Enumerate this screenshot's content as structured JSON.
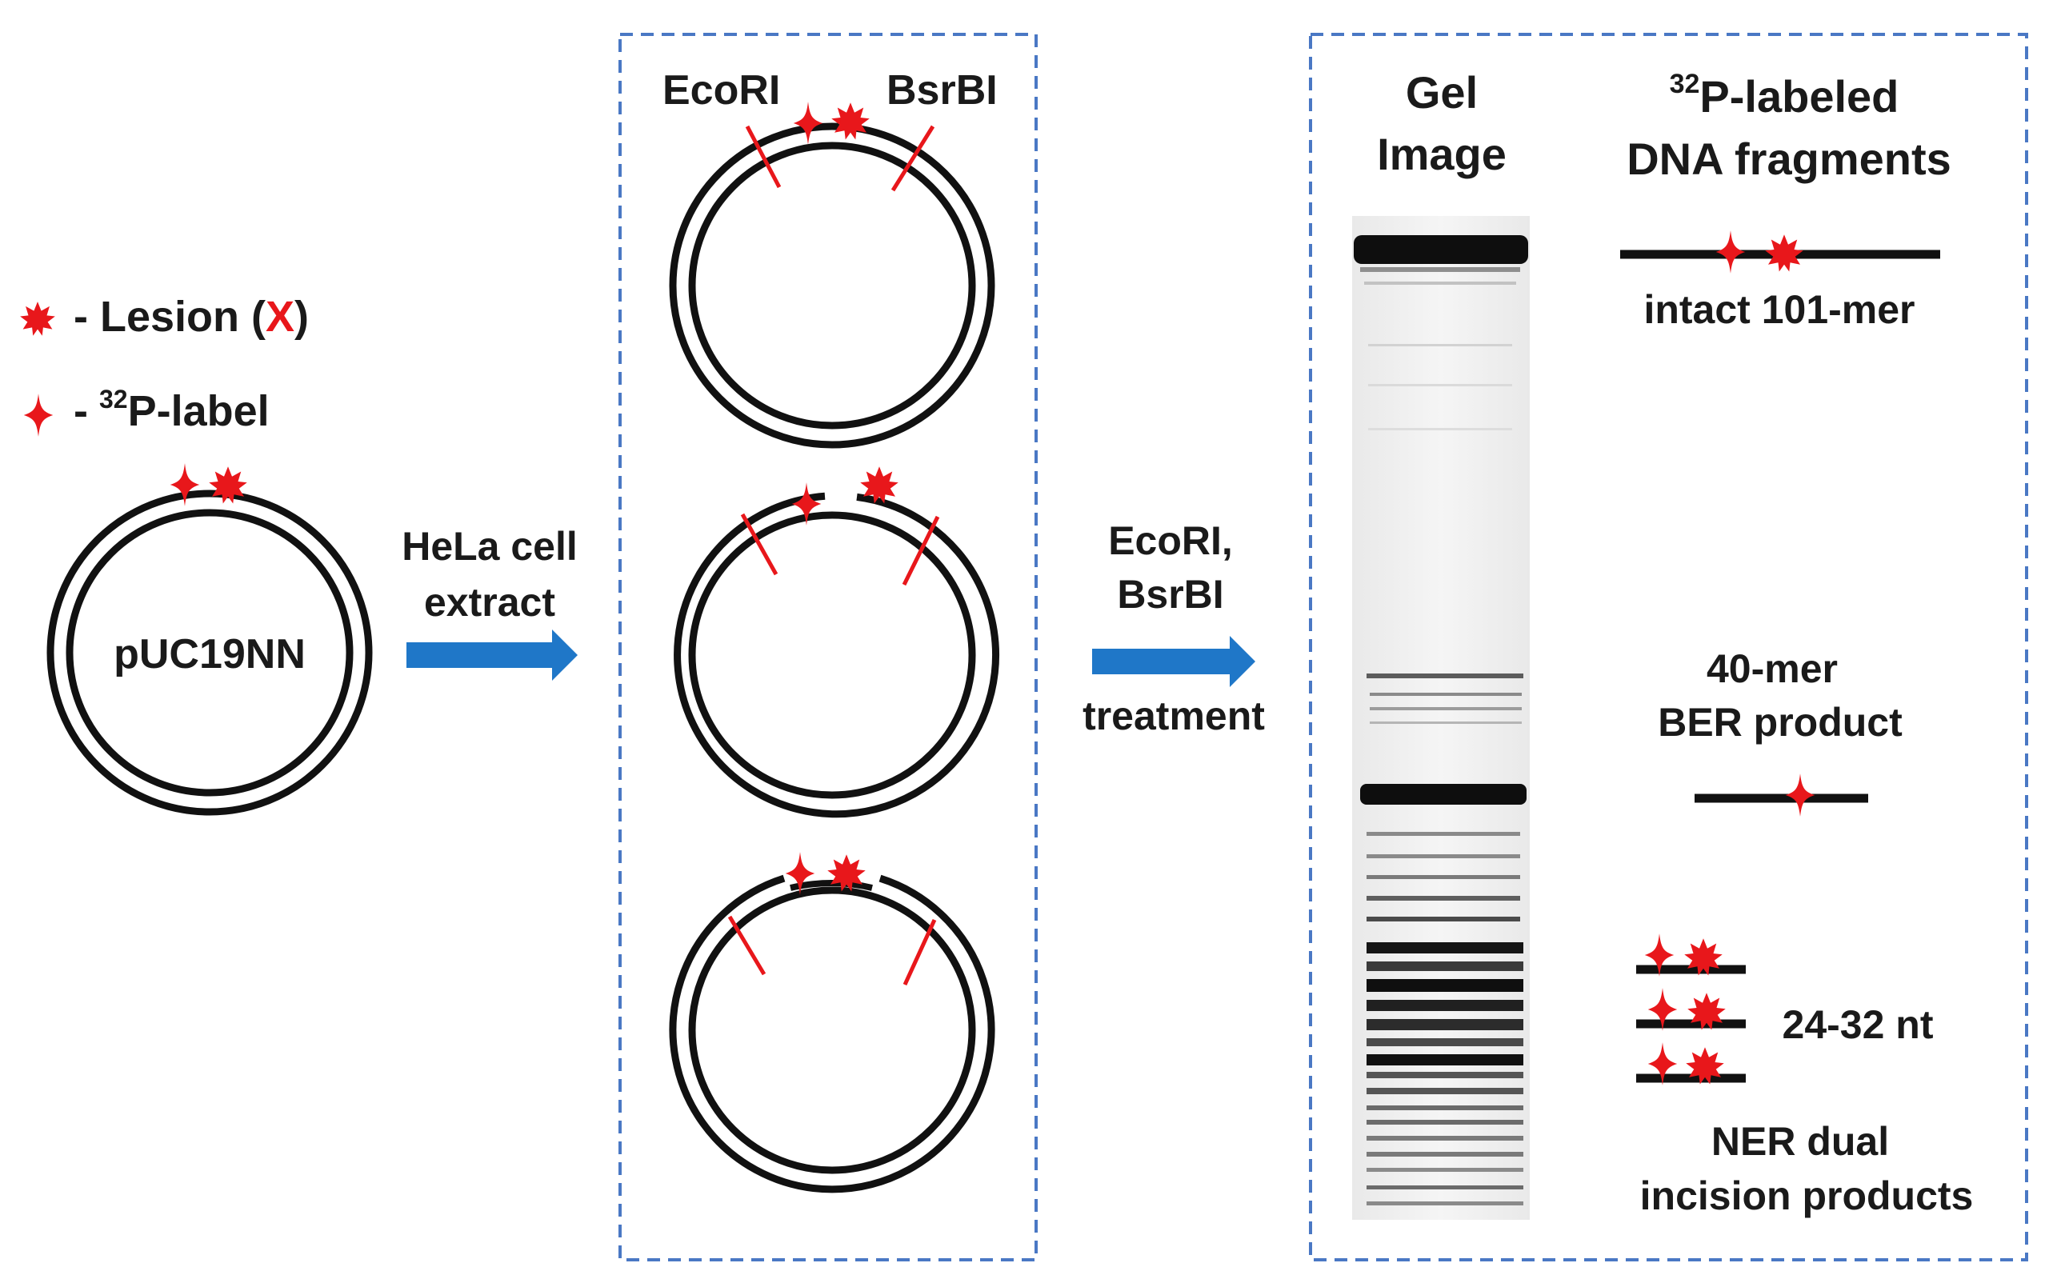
{
  "legend": {
    "lesion_label": "- Lesion (",
    "lesion_x": "X",
    "lesion_close": ")",
    "p32_dash": "-",
    "p32_sup": "32",
    "p32_label": "P-label"
  },
  "plasmid": {
    "name": "pUC19NN"
  },
  "step1": {
    "line1": "HeLa cell",
    "line2": "extract"
  },
  "panel2": {
    "ecori": "EcoRI",
    "bsrbi": "BsrBI"
  },
  "step2": {
    "line1": "EcoRI,",
    "line2": "BsrBI",
    "line3": "treatment"
  },
  "gel": {
    "title_line1": "Gel",
    "title_line2": "Image",
    "fragments_sup": "32",
    "fragments_line1": "P-labeled",
    "fragments_line2": "DNA fragments",
    "intact_label": "intact 101-mer",
    "ber_line1": "40-mer",
    "ber_line2": "BER product",
    "ner_size": "24-32 nt",
    "ner_line1": "NER dual",
    "ner_line2": "incision products"
  },
  "colors": {
    "label_red": "#e8171b",
    "arrow_blue": "#1f77c8",
    "dash_blue": "#4a78c4",
    "ink": "#111111"
  }
}
